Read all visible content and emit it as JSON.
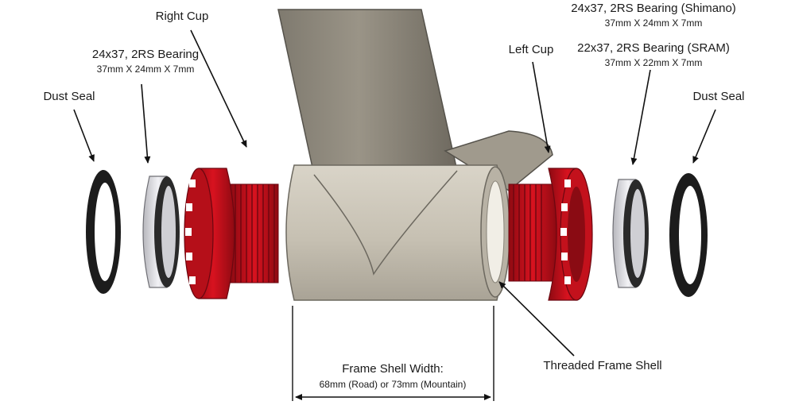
{
  "labels": {
    "right_cup": "Right Cup",
    "bearing_left_title": "24x37, 2RS Bearing",
    "bearing_left_dims": "37mm X 24mm X 7mm",
    "dust_seal_left": "Dust Seal",
    "left_cup": "Left Cup",
    "bearing_shimano_title": "24x37, 2RS Bearing (Shimano)",
    "bearing_shimano_dims": "37mm X 24mm X 7mm",
    "bearing_sram_title": "22x37, 2RS Bearing (SRAM)",
    "bearing_sram_dims": "37mm X 22mm X 7mm",
    "dust_seal_right": "Dust Seal",
    "threaded_frame_shell": "Threaded Frame Shell",
    "frame_shell_width_title": "Frame Shell Width:",
    "frame_shell_width_values": "68mm (Road) or 73mm (Mountain)"
  },
  "colors": {
    "cup_red": "#c8101c",
    "cup_dark": "#7a0910",
    "frame_tan": "#c9c3b5",
    "frame_dark": "#8e897d",
    "seal_black": "#1c1c1c",
    "bearing_silver": "#d8d8dc"
  }
}
